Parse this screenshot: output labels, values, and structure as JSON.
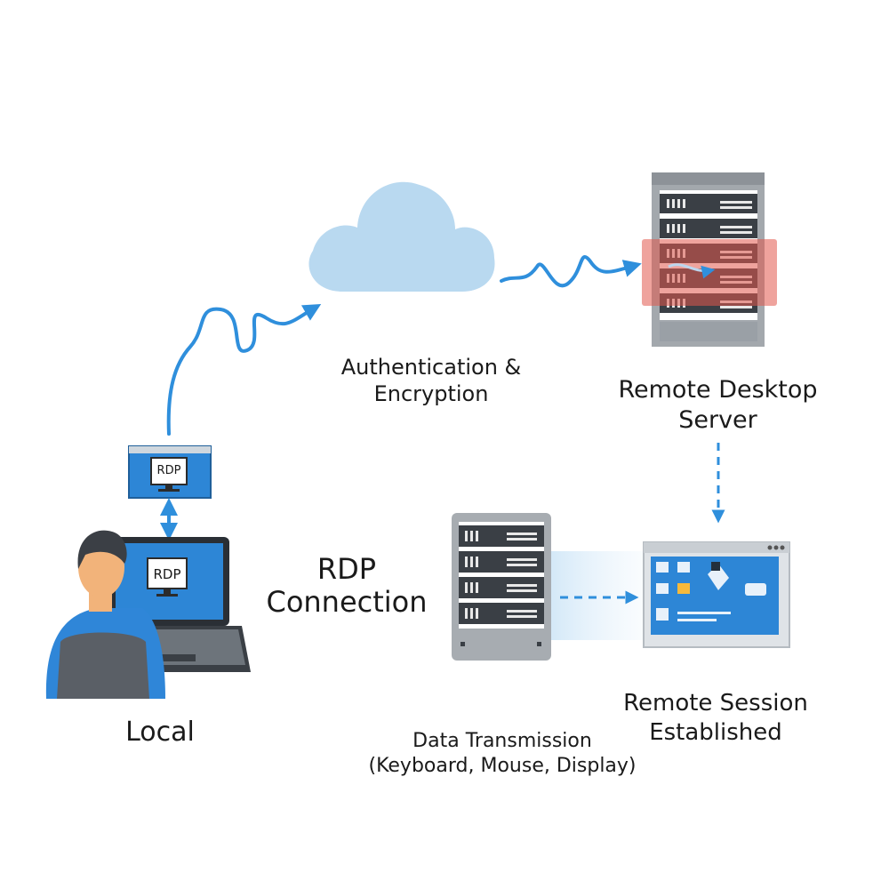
{
  "labels": {
    "auth": {
      "line1": "Authentication &",
      "line2": "Encryption"
    },
    "server": {
      "line1": "Remote Desktop",
      "line2": "Server"
    },
    "rdp_connection": {
      "line1": "RDP",
      "line2": "Connection"
    },
    "local": "Local",
    "session": {
      "line1": "Remote Session",
      "line2": "Established"
    },
    "transmission": {
      "line1": "Data Transmission",
      "line2": "(Keyboard, Mouse, Display)"
    }
  },
  "screens": {
    "small_window": "RDP",
    "laptop": "RDP"
  },
  "colors": {
    "flow_blue": "#2f8fdc",
    "screen_blue": "#2d86d6",
    "cloud": "#b9d9f0",
    "server_gray": "#9aa0a6",
    "server_dark": "#3a3f45",
    "highlight_red": "#e2574c",
    "person_shirt": "#2f86d8",
    "person_skin": "#f2b37a",
    "person_hair": "#3b3f45"
  },
  "icons": [
    "cloud-icon",
    "server-rack-icon",
    "laptop-icon",
    "user-icon",
    "desktop-window-icon",
    "arrow-icon"
  ]
}
